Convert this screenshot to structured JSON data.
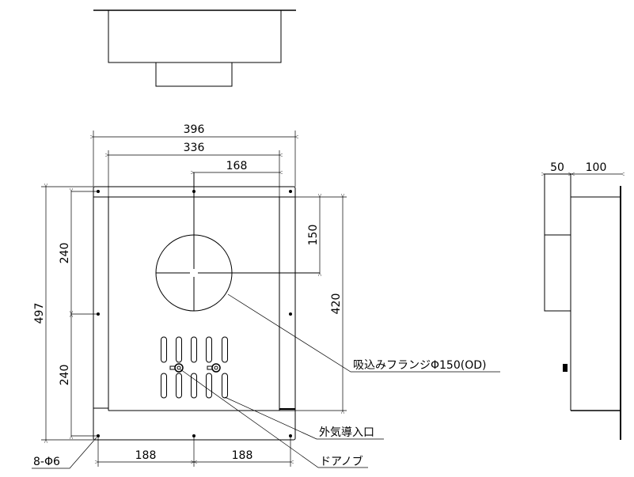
{
  "dimensions": {
    "overall_width": "396",
    "inner_width": "336",
    "center_offset": "168",
    "overall_height": "497",
    "hole_pitch_upper": "240",
    "hole_pitch_lower": "240",
    "flange_offset": "150",
    "body_height": "420",
    "hole_pitch_left": "188",
    "hole_pitch_right": "188",
    "side_depth_flange": "50",
    "side_depth_body": "100"
  },
  "labels": {
    "intake_flange": "吸込みフランジΦ150(OD)",
    "outside_air_inlet": "外気導入口",
    "door_knob": "ドアノブ",
    "mounting_holes": "8-Φ6"
  }
}
